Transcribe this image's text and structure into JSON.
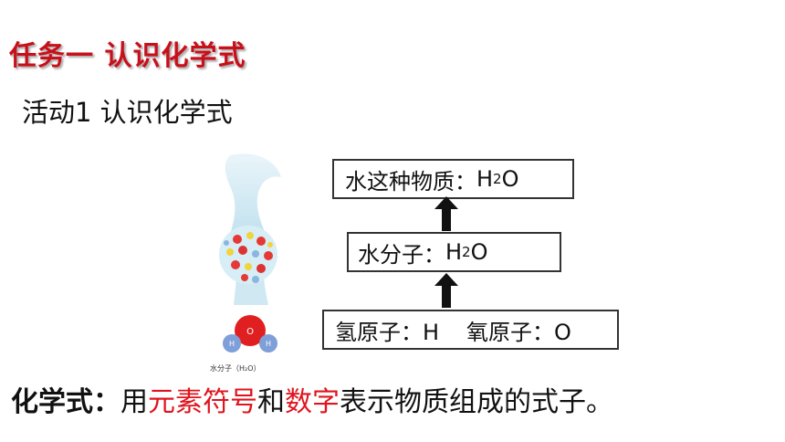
{
  "header": {
    "title": "任务一 认识化学式",
    "subtitle": "活动1 认识化学式"
  },
  "illustration": {
    "caption": "水分子（H₂O）",
    "atom_labels": {
      "hydrogen": "H",
      "oxygen": "O"
    }
  },
  "diagram": {
    "top_box": {
      "label": "水这种物质：",
      "formula_main": "H",
      "formula_sub": "2",
      "formula_tail": "O"
    },
    "middle_box": {
      "label": "水分子：",
      "formula_main": "H",
      "formula_sub": "2",
      "formula_tail": "O"
    },
    "bottom_box": {
      "hydrogen": "氢原子：H",
      "oxygen": "氧原子：O"
    }
  },
  "definition": {
    "lead": "化学式：",
    "part1": "用",
    "highlight1": "元素符号",
    "part2": "和",
    "highlight2": "数字",
    "part3": "表示物质组成的式子。"
  },
  "colors": {
    "title_red": "#c8101a",
    "highlight_red": "#e0141e"
  }
}
